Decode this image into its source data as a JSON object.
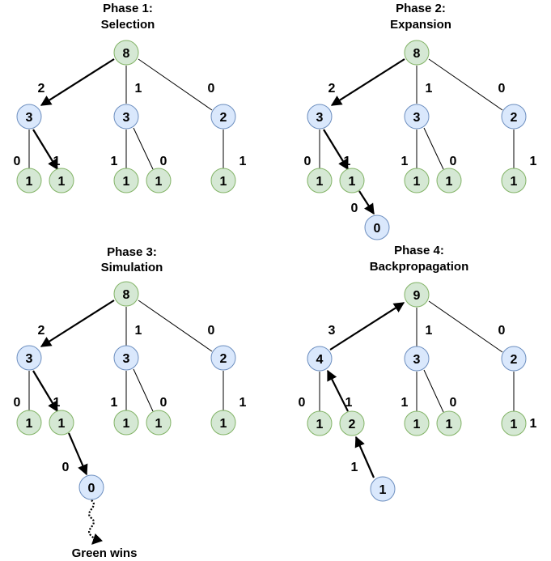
{
  "colors": {
    "blue_fill": "#dae8fc",
    "blue_stroke": "#6c8ebf",
    "green_fill": "#d5e8d4",
    "green_stroke": "#82b366"
  },
  "phases": [
    {
      "title_line1": "Phase 1:",
      "title_line2": "Selection",
      "nodes": [
        "8",
        "3",
        "3",
        "2",
        "1",
        "1",
        "1",
        "1",
        "1"
      ],
      "edge_labels": [
        "2",
        "1",
        "0",
        "0",
        "1",
        "1",
        "0",
        "1"
      ]
    },
    {
      "title_line1": "Phase 2:",
      "title_line2": "Expansion",
      "nodes": [
        "8",
        "3",
        "3",
        "2",
        "1",
        "1",
        "1",
        "1",
        "1",
        "0"
      ],
      "edge_labels": [
        "2",
        "1",
        "0",
        "0",
        "1",
        "1",
        "0",
        "1",
        "0"
      ]
    },
    {
      "title_line1": "Phase 3:",
      "title_line2": "Simulation",
      "nodes": [
        "8",
        "3",
        "3",
        "2",
        "1",
        "1",
        "1",
        "1",
        "1",
        "0"
      ],
      "edge_labels": [
        "2",
        "1",
        "0",
        "0",
        "1",
        "1",
        "0",
        "1",
        "0"
      ],
      "result_label": "Green wins"
    },
    {
      "title_line1": "Phase 4:",
      "title_line2": "Backpropagation",
      "nodes": [
        "9",
        "4",
        "3",
        "2",
        "1",
        "2",
        "1",
        "1",
        "1",
        "1"
      ],
      "edge_labels": [
        "3",
        "1",
        "0",
        "0",
        "1",
        "1",
        "0",
        "1",
        "1"
      ]
    }
  ]
}
